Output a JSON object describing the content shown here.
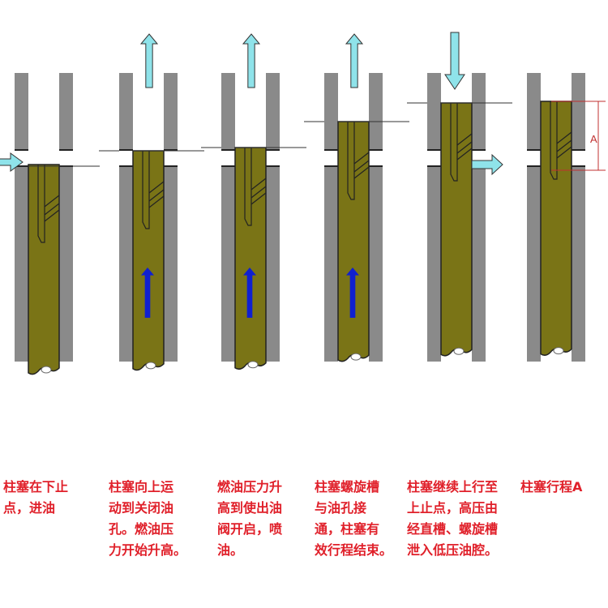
{
  "colors": {
    "wall": "#8a8a8a",
    "plunger": "#7a7416",
    "flow_arrow": "#8fe3ea",
    "motion_arrow": "#1020d0",
    "caption": "#e0202a"
  },
  "panels": [
    {
      "stage": "bottom-dead-center",
      "plunger_rise": 0,
      "caption": "柱塞在下止\n点，进油",
      "flow": "in",
      "motion": "none",
      "stroke_label": ""
    },
    {
      "stage": "closing-holes",
      "plunger_rise": 17,
      "caption": "柱塞向上运\n动到关闭油\n孔。燃油压\n力开始升高。",
      "flow": "up",
      "motion": "up",
      "stroke_label": ""
    },
    {
      "stage": "injection",
      "plunger_rise": 21,
      "caption": "燃油压力升\n高到使出油\n阀开启，喷\n油。",
      "flow": "up",
      "motion": "up",
      "stroke_label": ""
    },
    {
      "stage": "effective-stroke-end",
      "plunger_rise": 53,
      "caption": "柱塞螺旋槽\n与油孔接\n通，柱塞有\n效行程结束。",
      "flow": "up",
      "motion": "up",
      "stroke_label": ""
    },
    {
      "stage": "top-dead-center",
      "plunger_rise": 76,
      "caption": "柱塞继续上行至\n上止点，高压由\n经直槽、螺旋槽\n泄入低压油腔。",
      "flow": "down-out",
      "motion": "none",
      "stroke_label": ""
    },
    {
      "stage": "plunger-stroke",
      "plunger_rise": 78,
      "caption": "柱塞行程A",
      "flow": "none",
      "motion": "none",
      "stroke_label": "A"
    }
  ]
}
